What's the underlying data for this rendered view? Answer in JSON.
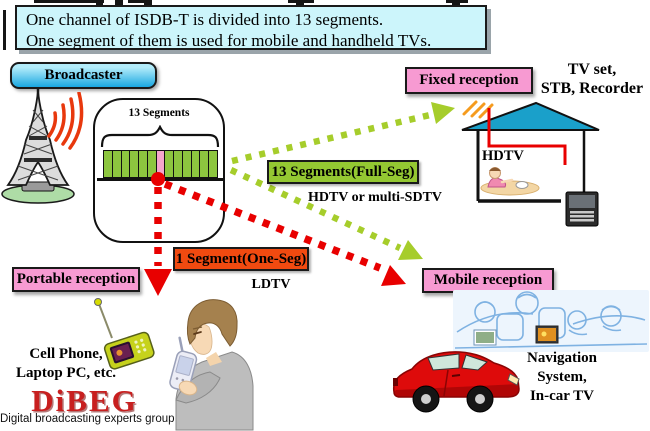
{
  "colors": {
    "info-cyan": "#ccf5fb",
    "label-pink": "#f79ad2",
    "seg-green": "#8dc63f",
    "seg-pink": "#f4a6cc",
    "full-green": "#94c832",
    "one-orange": "#f14a10",
    "arrow-red": "#e80000",
    "arrow-green": "#a6cd2b",
    "wave-red": "#e8380d",
    "roof-blue": "#1aa0ca",
    "logo-red": "#c81f1f",
    "broadcaster-top": "#b3ecfa",
    "broadcaster-bottom": "#19a7e1"
  },
  "info_box": {
    "line1": "One channel of ISDB-T is divided into 13 segments.",
    "line2": "One segment of them is used for mobile and handheld TVs."
  },
  "broadcaster_label": "Broadcaster",
  "diagram": {
    "segments_label": "13 Segments",
    "segments_count": 13,
    "highlight_index": 7
  },
  "labels": {
    "fixed_reception": "Fixed reception",
    "tv_set_line1": "TV set,",
    "tv_set_line2": "STB, Recorder",
    "full_seg": "13 Segments(Full-Seg)",
    "hdtv_or_multi": "HDTV or multi-SDTV",
    "one_seg": "1 Segment(One-Seg)",
    "ldtv": "LDTV",
    "portable_reception": "Portable reception",
    "cell_phone_line1": "Cell Phone,",
    "cell_phone_line2": "Laptop PC, etc.",
    "mobile_reception": "Mobile reception",
    "nav_line1": "Navigation",
    "nav_line2": "System,",
    "nav_line3": "In-car TV",
    "hdtv_house": "HDTV"
  },
  "logo": {
    "name": "DiBEG",
    "subtitle": "Digital broadcasting experts group"
  }
}
